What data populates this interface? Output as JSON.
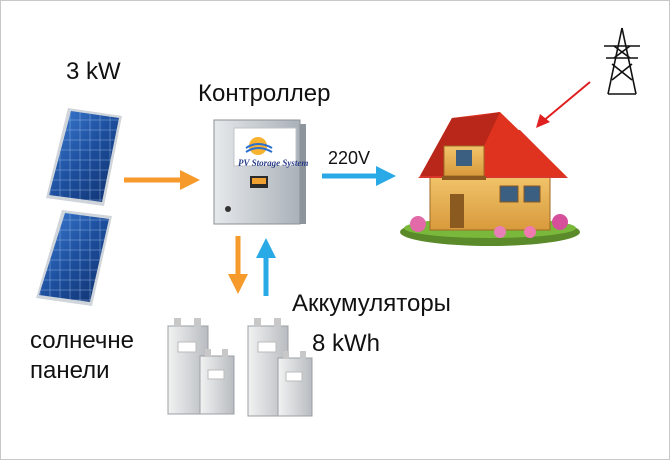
{
  "labels": {
    "power": "3 kW",
    "controller": "Контроллер",
    "voltage": "220V",
    "batteries": "Аккумуляторы",
    "capacity": "8 kWh",
    "panels_line1": "солнечне",
    "panels_line2": "панели"
  },
  "controller_brand": "PV Storage System",
  "icons": {
    "solar_panel": "solar-panel-icon",
    "controller": "controller-box",
    "battery": "battery-icon",
    "house": "house-icon",
    "power_tower": "power-tower-icon"
  },
  "colors": {
    "orange_arrow": "#f59a2b",
    "blue_arrow": "#29a9e6",
    "red_arrow": "#e02020",
    "roof": "#e0331f",
    "panel_cell": "#1d4f9e"
  }
}
